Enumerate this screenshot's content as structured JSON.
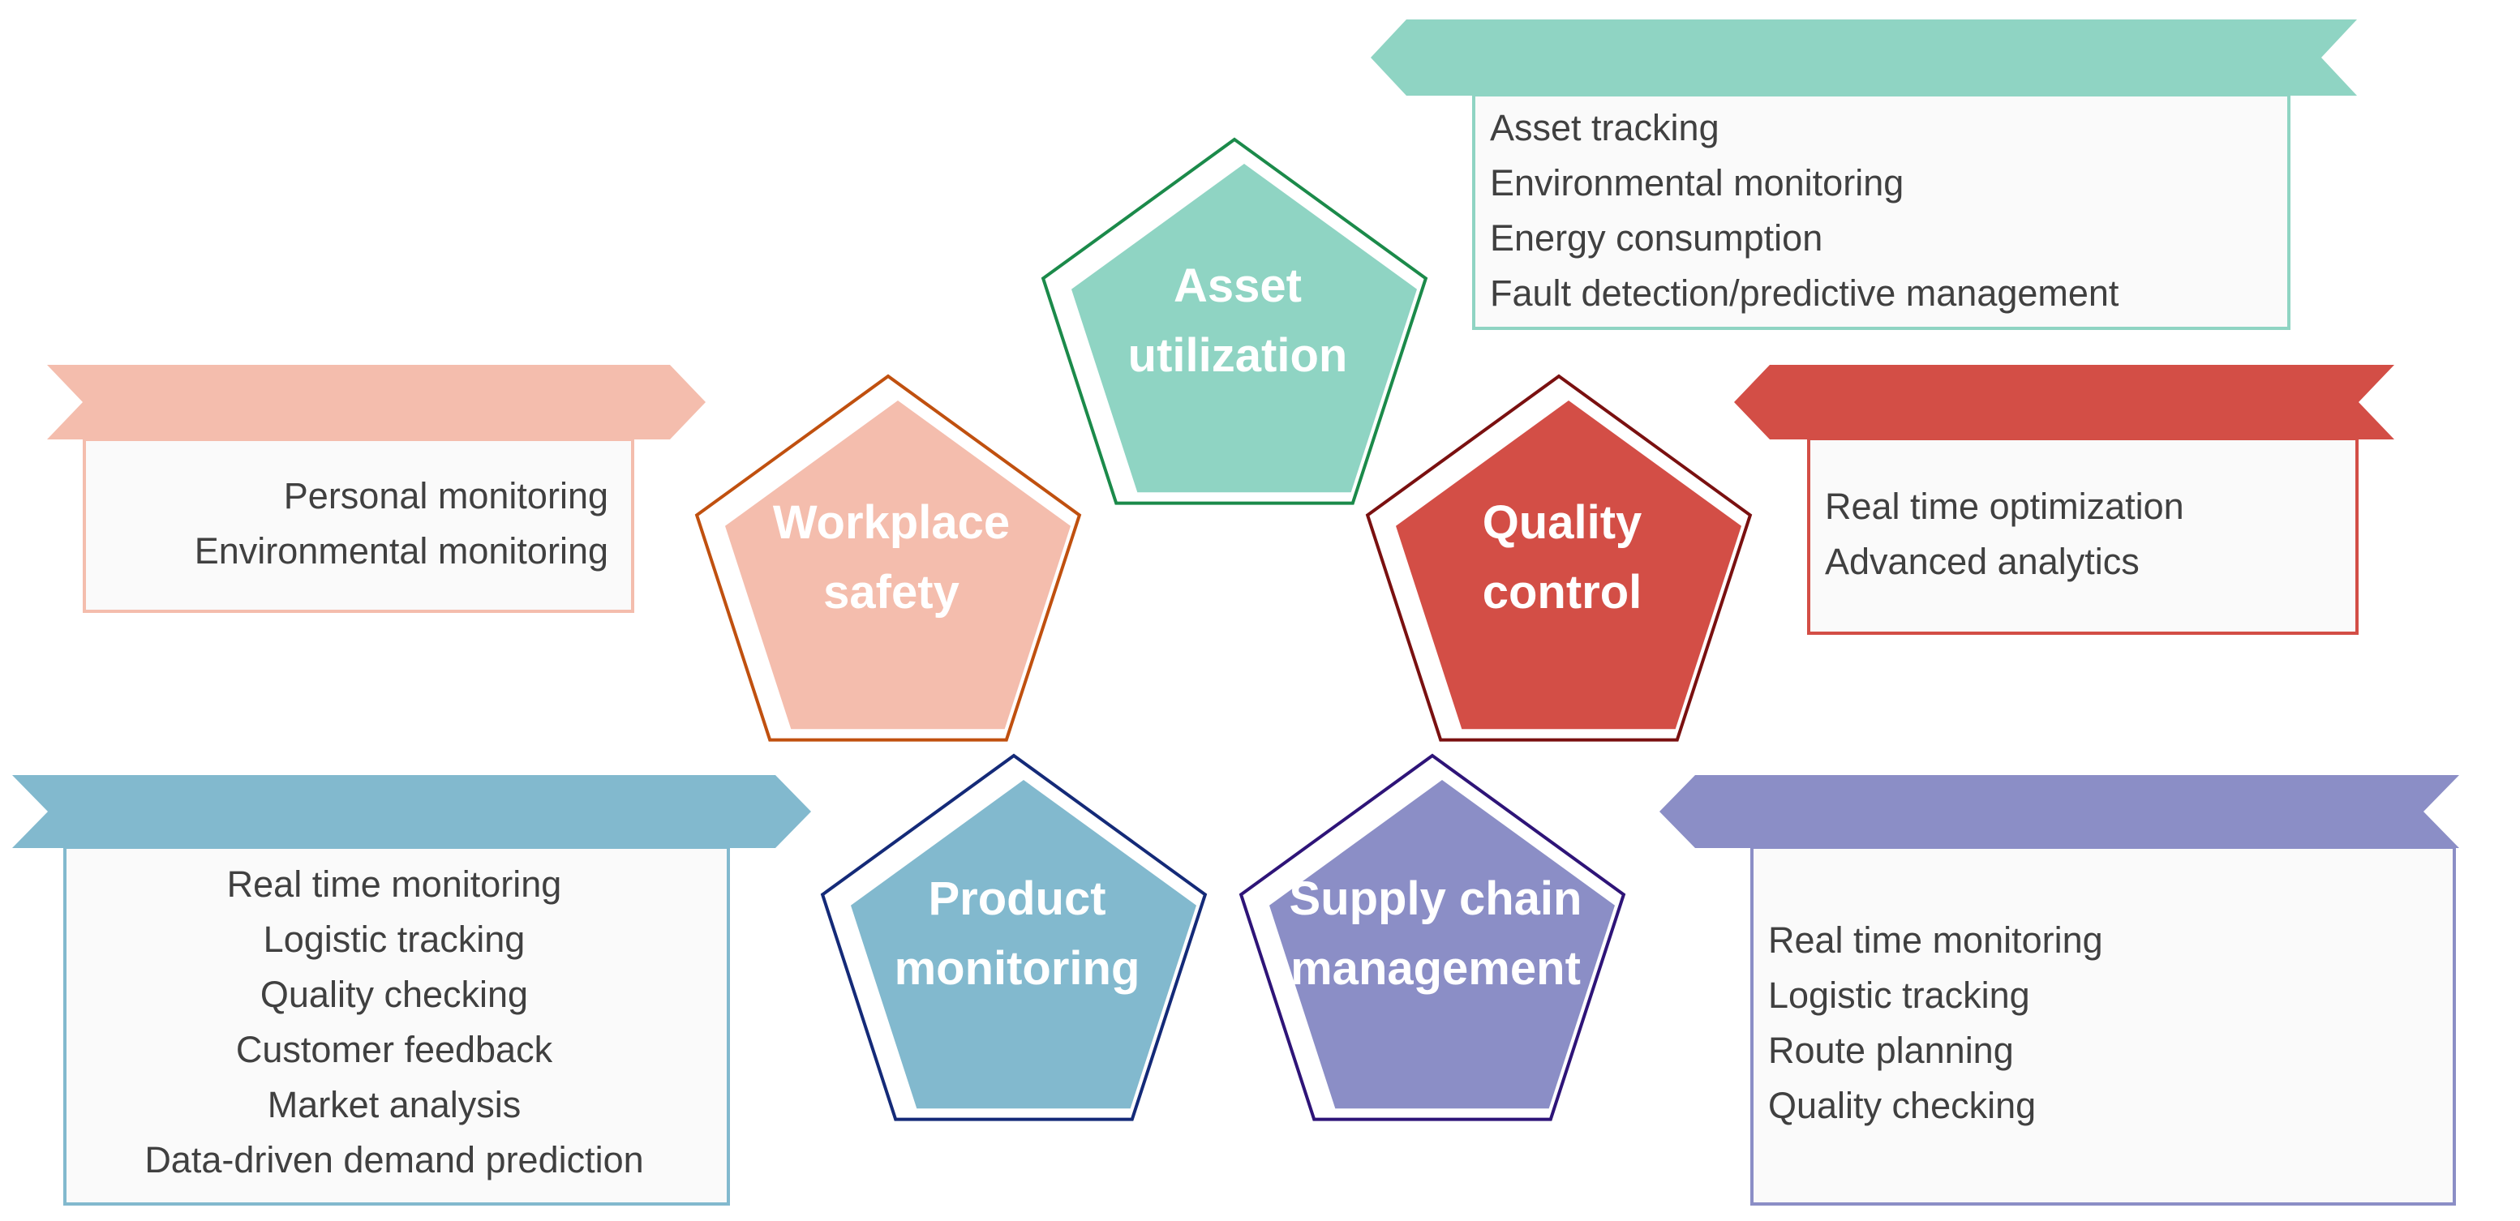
{
  "categories": [
    {
      "id": "asset-utilization",
      "title_lines": [
        "Asset",
        "utilization"
      ],
      "items": [
        "Asset tracking",
        "Environmental monitoring",
        "Energy consumption",
        "Fault detection/predictive management"
      ],
      "colors": {
        "fill": "#8fd4c3",
        "stroke": "#1b8a4a",
        "box_border": "#8fd4c3"
      }
    },
    {
      "id": "workplace-safety",
      "title_lines": [
        "Workplace",
        "safety"
      ],
      "items": [
        "Personal monitoring",
        "Environmental monitoring"
      ],
      "colors": {
        "fill": "#f4bdad",
        "stroke": "#c0500f",
        "box_border": "#f4bdad"
      }
    },
    {
      "id": "quality-control",
      "title_lines": [
        "Quality",
        "control"
      ],
      "items": [
        "Real time optimization",
        "Advanced analytics"
      ],
      "colors": {
        "fill": "#d34e46",
        "stroke": "#7a1010",
        "box_border": "#d34e46"
      }
    },
    {
      "id": "product-monitoring",
      "title_lines": [
        "Product",
        "monitoring"
      ],
      "items": [
        "Real time monitoring",
        "Logistic tracking",
        "Quality checking",
        "Customer feedback",
        "Market analysis",
        "Data-driven demand prediction"
      ],
      "colors": {
        "fill": "#82b9ce",
        "stroke": "#142a78",
        "box_border": "#82b9ce"
      }
    },
    {
      "id": "supply-chain-management",
      "title_lines": [
        "Supply chain",
        "management"
      ],
      "items": [
        "Real time monitoring",
        "Logistic tracking",
        "Route planning",
        "Quality checking"
      ],
      "colors": {
        "fill": "#8b8ec6",
        "stroke": "#2e1478",
        "box_border": "#8b8ec6"
      }
    }
  ]
}
